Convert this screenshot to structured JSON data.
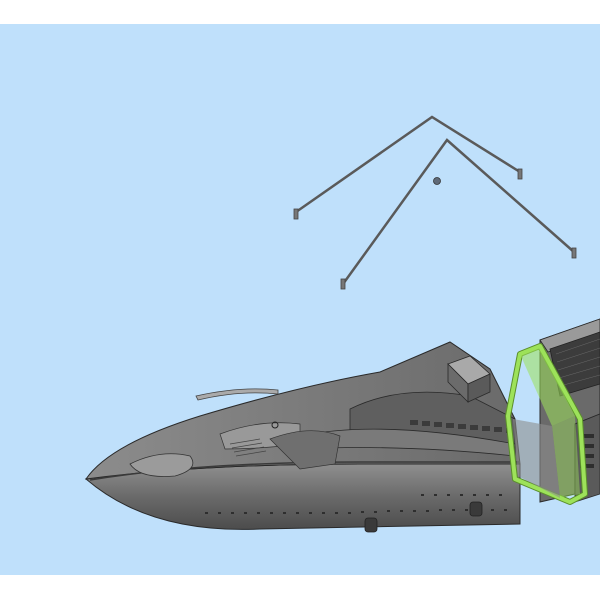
{
  "viewport": {
    "background": "#bfe0fb",
    "letterbox_color": "#ffffff"
  },
  "scene": {
    "objects": [
      {
        "name": "ship-bow-section",
        "color": "#6f6f6f"
      },
      {
        "name": "ship-aft-section",
        "color": "#626262",
        "selection_highlight": "#9de25a"
      },
      {
        "name": "pivot-marker-icon"
      },
      {
        "name": "cable-wire-assembly",
        "color": "#6b6b6b"
      }
    ]
  },
  "colors": {
    "hull_dark": "#4f4f4f",
    "hull_mid": "#6d6d6d",
    "hull_light": "#8a8a8a",
    "deck_light": "#a8a8a8",
    "edge": "#2a2a2a",
    "selection": "#9de25a"
  }
}
